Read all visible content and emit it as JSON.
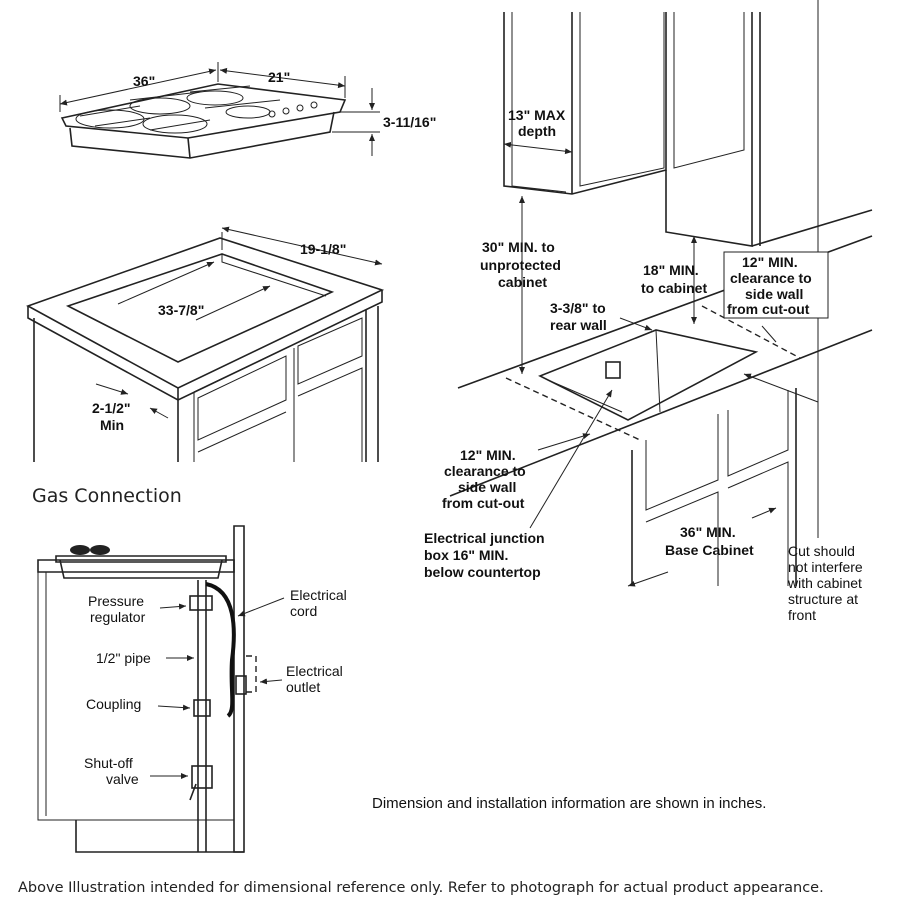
{
  "cooktop": {
    "width": "36\"",
    "depth": "21\"",
    "height": "3-11/16\""
  },
  "cutout": {
    "depth": "19-1/8\"",
    "width": "33-7/8\"",
    "front_min_line1": "2-1/2\"",
    "front_min_line2": "Min"
  },
  "gas_connection": {
    "title": "Gas Connection",
    "pressure_regulator": [
      "Pressure",
      "regulator"
    ],
    "pipe": "1/2\" pipe",
    "coupling": "Coupling",
    "shutoff_valve": [
      "Shut-off",
      "valve"
    ],
    "electrical_cord": [
      "Electrical",
      "cord"
    ],
    "electrical_outlet": [
      "Electrical",
      "outlet"
    ]
  },
  "installation": {
    "max_depth": [
      "13\" MAX",
      "depth"
    ],
    "unprotected_cabinet": [
      "30\" MIN. to",
      "unprotected",
      "cabinet"
    ],
    "to_cabinet": [
      "18\" MIN.",
      "to cabinet"
    ],
    "side_wall_right": [
      "12\" MIN.",
      "clearance to",
      "side wall",
      "from cut-out"
    ],
    "rear_wall": [
      "3-3/8\" to",
      "rear wall"
    ],
    "side_wall_left": [
      "12\" MIN.",
      "clearance to",
      "side wall",
      "from cut-out"
    ],
    "junction_box": [
      "Electrical junction",
      "box 16\" MIN.",
      "below countertop"
    ],
    "base_cabinet": [
      "36\" MIN.",
      "Base Cabinet"
    ],
    "cut_note": [
      "Cut should",
      "not interfere",
      "with cabinet",
      "structure at",
      "front"
    ]
  },
  "notes": {
    "inches_note": "Dimension and installation information are shown in inches.",
    "footer": "Above Illustration intended for dimensional reference only. Refer to photograph for actual product appearance."
  }
}
